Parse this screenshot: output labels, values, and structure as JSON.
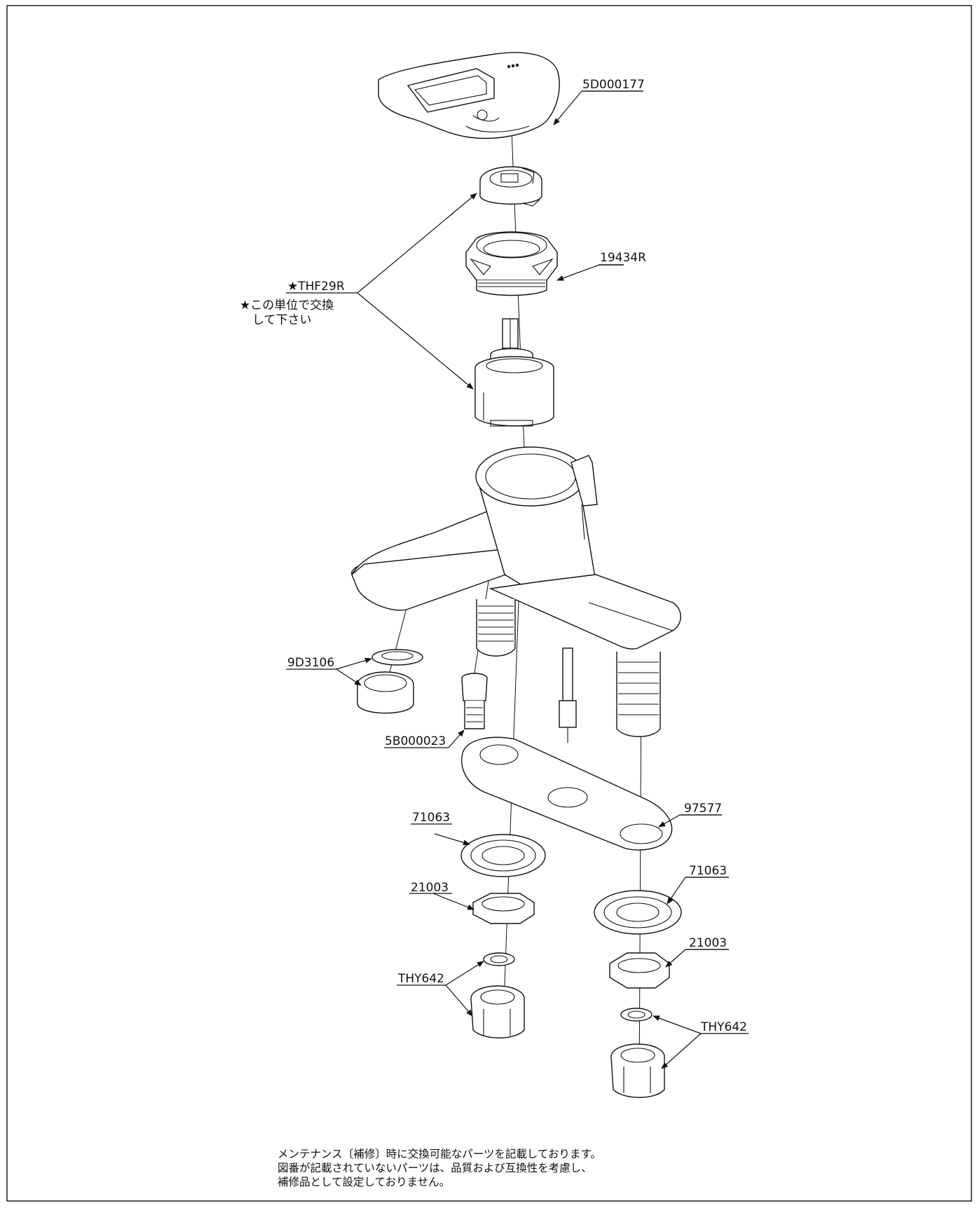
{
  "parts": {
    "handle": "5D000177",
    "cartridge": "★THF29R",
    "cartridge_note_1": "★この単位で交換",
    "cartridge_note_2": "して下さい",
    "cap_nut": "19434R",
    "aerator": "9D3106",
    "check_valve": "5B000023",
    "base_plate": "97577",
    "washer_left": "71063",
    "washer_right": "71063",
    "nut_left": "21003",
    "nut_right": "21003",
    "conn_left": "THY642",
    "conn_right": "THY642"
  },
  "notes": [
    "メンテナンス〔補修〕時に交換可能なパーツを記載しております。",
    "図番が記載されていないパーツは、品質および互換性を考慮し、",
    "補修品として設定しておりません。"
  ]
}
